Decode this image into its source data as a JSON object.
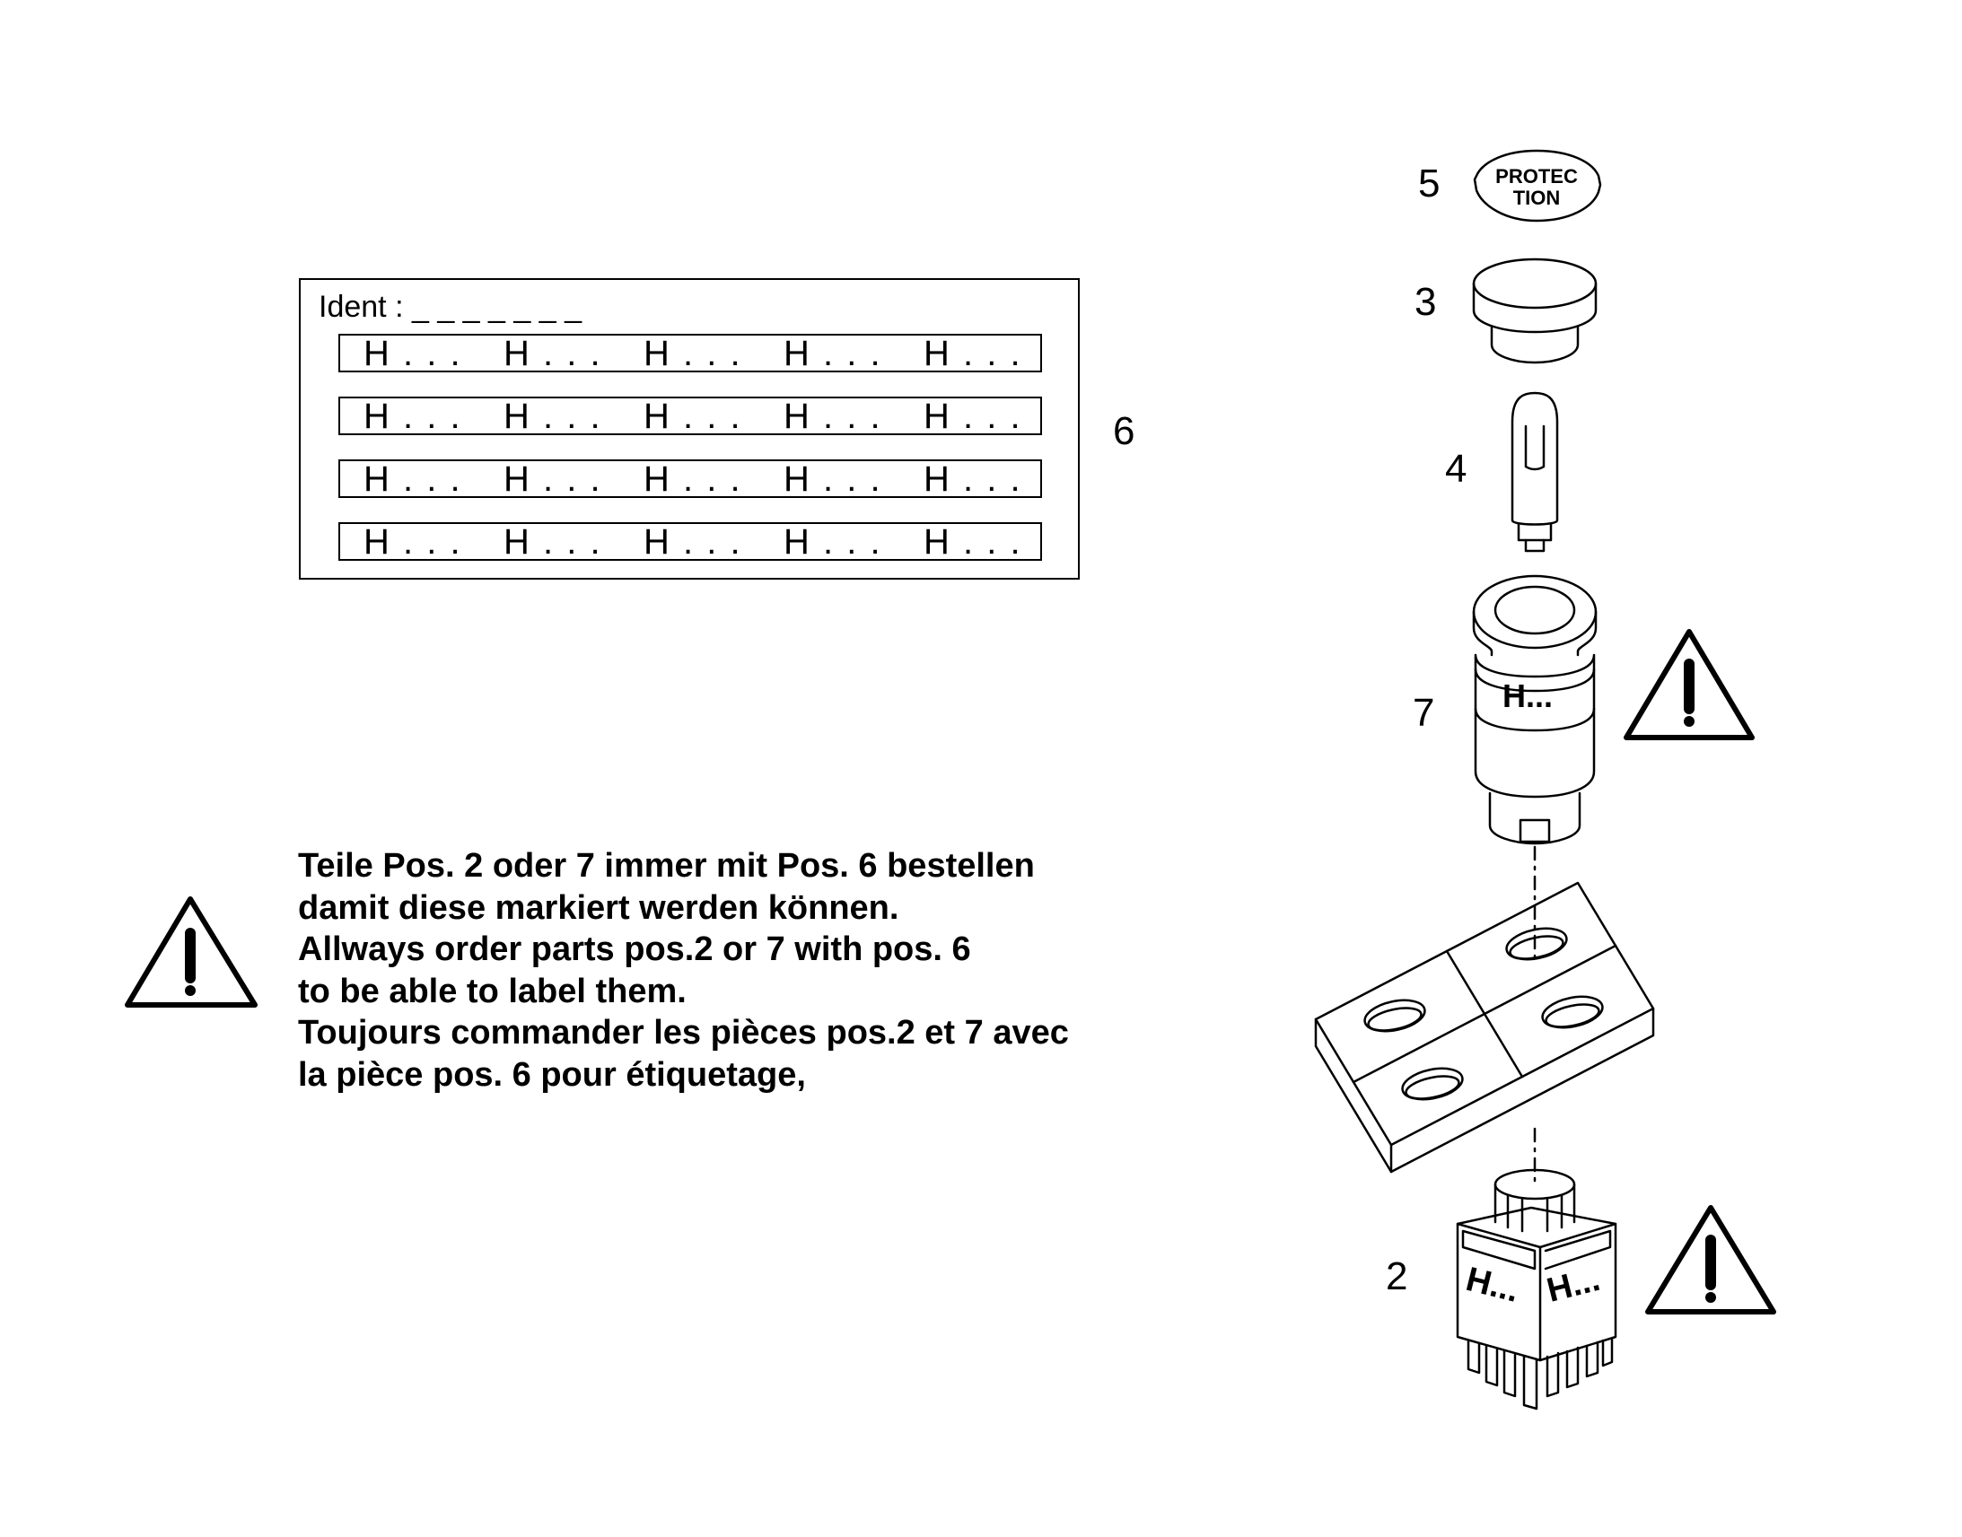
{
  "label_card": {
    "ident": "Ident : _ _ _ _ _ _ _",
    "rows": [
      [
        "H . . .",
        "H . . .",
        "H . . .",
        "H . . .",
        "H . . ."
      ],
      [
        "H . . .",
        "H . . .",
        "H . . .",
        "H . . .",
        "H . . ."
      ],
      [
        "H . . .",
        "H . . .",
        "H . . .",
        "H . . .",
        "H . . ."
      ],
      [
        "H . . .",
        "H . . .",
        "H . . .",
        "H . . .",
        "H . . ."
      ]
    ]
  },
  "positions": {
    "p6": "6",
    "p5": "5",
    "p3": "3",
    "p4": "4",
    "p7": "7",
    "p2": "2"
  },
  "cap_text": {
    "line1": "PROTEC",
    "line2": "TION"
  },
  "part7_marking": "H...",
  "part2_marking_left": "H...",
  "part2_marking_right": "H...",
  "notice_lines": [
    "Teile Pos.  2 oder 7 immer mit Pos. 6 bestellen",
    "damit diese markiert werden können.",
    "Allways order parts pos.2 or 7 with pos. 6",
    "to be able to label them.",
    "Toujours commander les pièces pos.2 et 7 avec",
    "la pièce pos. 6 pour étiquetage,"
  ],
  "icons": [
    "warning-triangle-icon"
  ]
}
